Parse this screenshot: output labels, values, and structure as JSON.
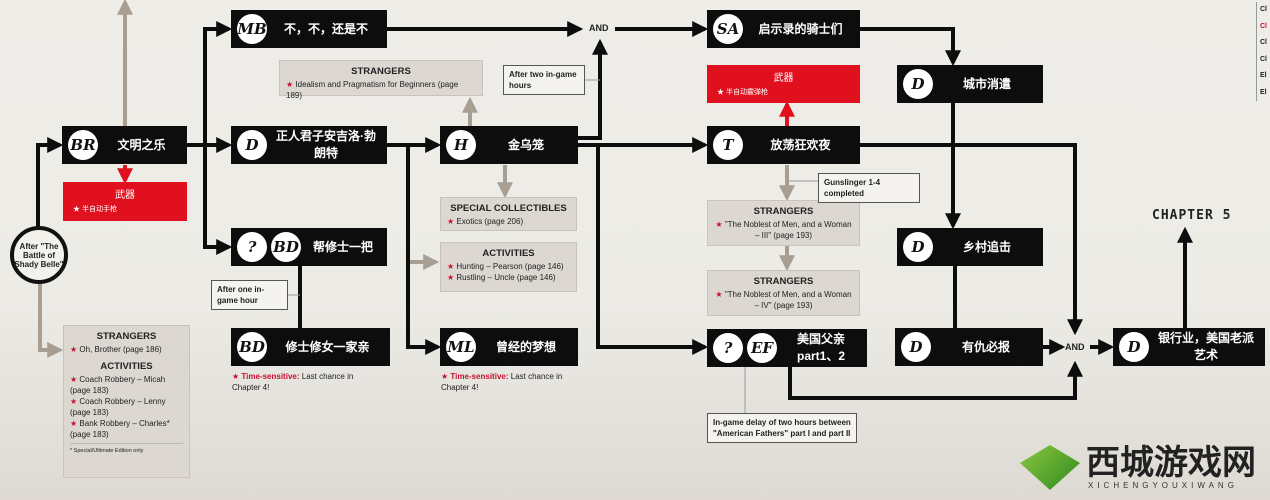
{
  "start": {
    "label": "After \"The Battle of Shady Belle\""
  },
  "nodes": {
    "br": {
      "icon": "BR",
      "label": "文明之乐"
    },
    "mb": {
      "icon": "MB",
      "label": "不，不，还是不"
    },
    "d1": {
      "icon": "D",
      "label": "正人君子安吉洛·勃朗特"
    },
    "qbd": {
      "icon1": "?",
      "icon2": "BD",
      "label": "帮修士一把"
    },
    "bd": {
      "icon": "BD",
      "label": "修士修女一家亲"
    },
    "h": {
      "icon": "H",
      "label": "金乌笼"
    },
    "ml": {
      "icon": "ML",
      "label": "曾经的梦想"
    },
    "sa": {
      "icon": "SA",
      "label": "启示录的骑士们"
    },
    "t": {
      "icon": "T",
      "label": "放荡狂欢夜"
    },
    "ef": {
      "icon1": "?",
      "icon2": "EF",
      "label": "美国父亲",
      "label2": "part1、2"
    },
    "d2": {
      "icon": "D",
      "label": "城市消遣"
    },
    "d3": {
      "icon": "D",
      "label": "乡村追击"
    },
    "d4": {
      "icon": "D",
      "label": "有仇必报"
    },
    "d5": {
      "icon": "D",
      "label": "银行业，美国老派艺术"
    }
  },
  "weapons": [
    {
      "title": "武器",
      "item": "半自动手枪"
    },
    {
      "title": "武器",
      "item": "半自动霰弹枪"
    }
  ],
  "boxes": {
    "left": {
      "t1": "STRANGERS",
      "s1": [
        "Oh, Brother (page 186)"
      ],
      "t2": "ACTIVITIES",
      "s2": [
        "Coach Robbery – Micah (page 183)",
        "Coach Robbery – Lenny (page 183)",
        "Bank Robbery – Charles* (page 183)"
      ],
      "foot": "* Special/Ultimate Edition only"
    },
    "top": {
      "title": "STRANGERS",
      "item": "Idealism and Pragmatism for Beginners (page 189)"
    },
    "collect": {
      "title": "SPECIAL COLLECTIBLES",
      "item": "Exotics (page 206)"
    },
    "act": {
      "title": "ACTIVITIES",
      "items": [
        "Hunting – Pearson (page 146)",
        "Rustling – Uncle (page 146)"
      ]
    },
    "s3": {
      "title": "STRANGERS",
      "item": "\"The Noblest of Men, and a Woman – III\" (page 193)"
    },
    "s4": {
      "title": "STRANGERS",
      "item": "\"The Noblest of Men, and a Woman – IV\" (page 193)"
    }
  },
  "notes": {
    "two_hours": "After two in-game hours",
    "one_hour": "After one in-game hour",
    "gunslinger": "Gunslinger 1-4 completed",
    "delay": "In-game delay of two hours between \"American Fathers\" part I and part II"
  },
  "time_sensitive": {
    "label": "Time-sensitive:",
    "text": " Last chance in Chapter 4!"
  },
  "and": "AND",
  "chapter": "CHAPTER 5",
  "nav": [
    "Cl",
    "Cl",
    "Cl",
    "Cl",
    "El",
    "El"
  ],
  "watermark": {
    "name": "西城游戏网",
    "sub": "XICHENGYOUXIWANG"
  },
  "colors": {
    "black": "#0d0d0d",
    "red": "#e0101e",
    "grey_arrow": "#a89f92",
    "box": "#dcd7d1"
  }
}
